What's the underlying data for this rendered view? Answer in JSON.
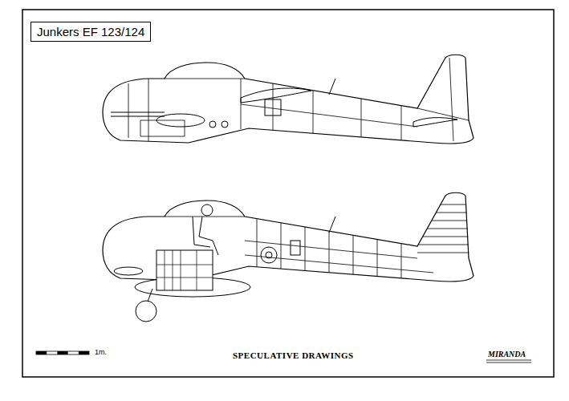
{
  "diagram": {
    "title": "Junkers EF 123/124",
    "caption": "SPECULATIVE DRAWINGS",
    "labels": [
      "1m.",
      "MIRANDA"
    ]
  }
}
